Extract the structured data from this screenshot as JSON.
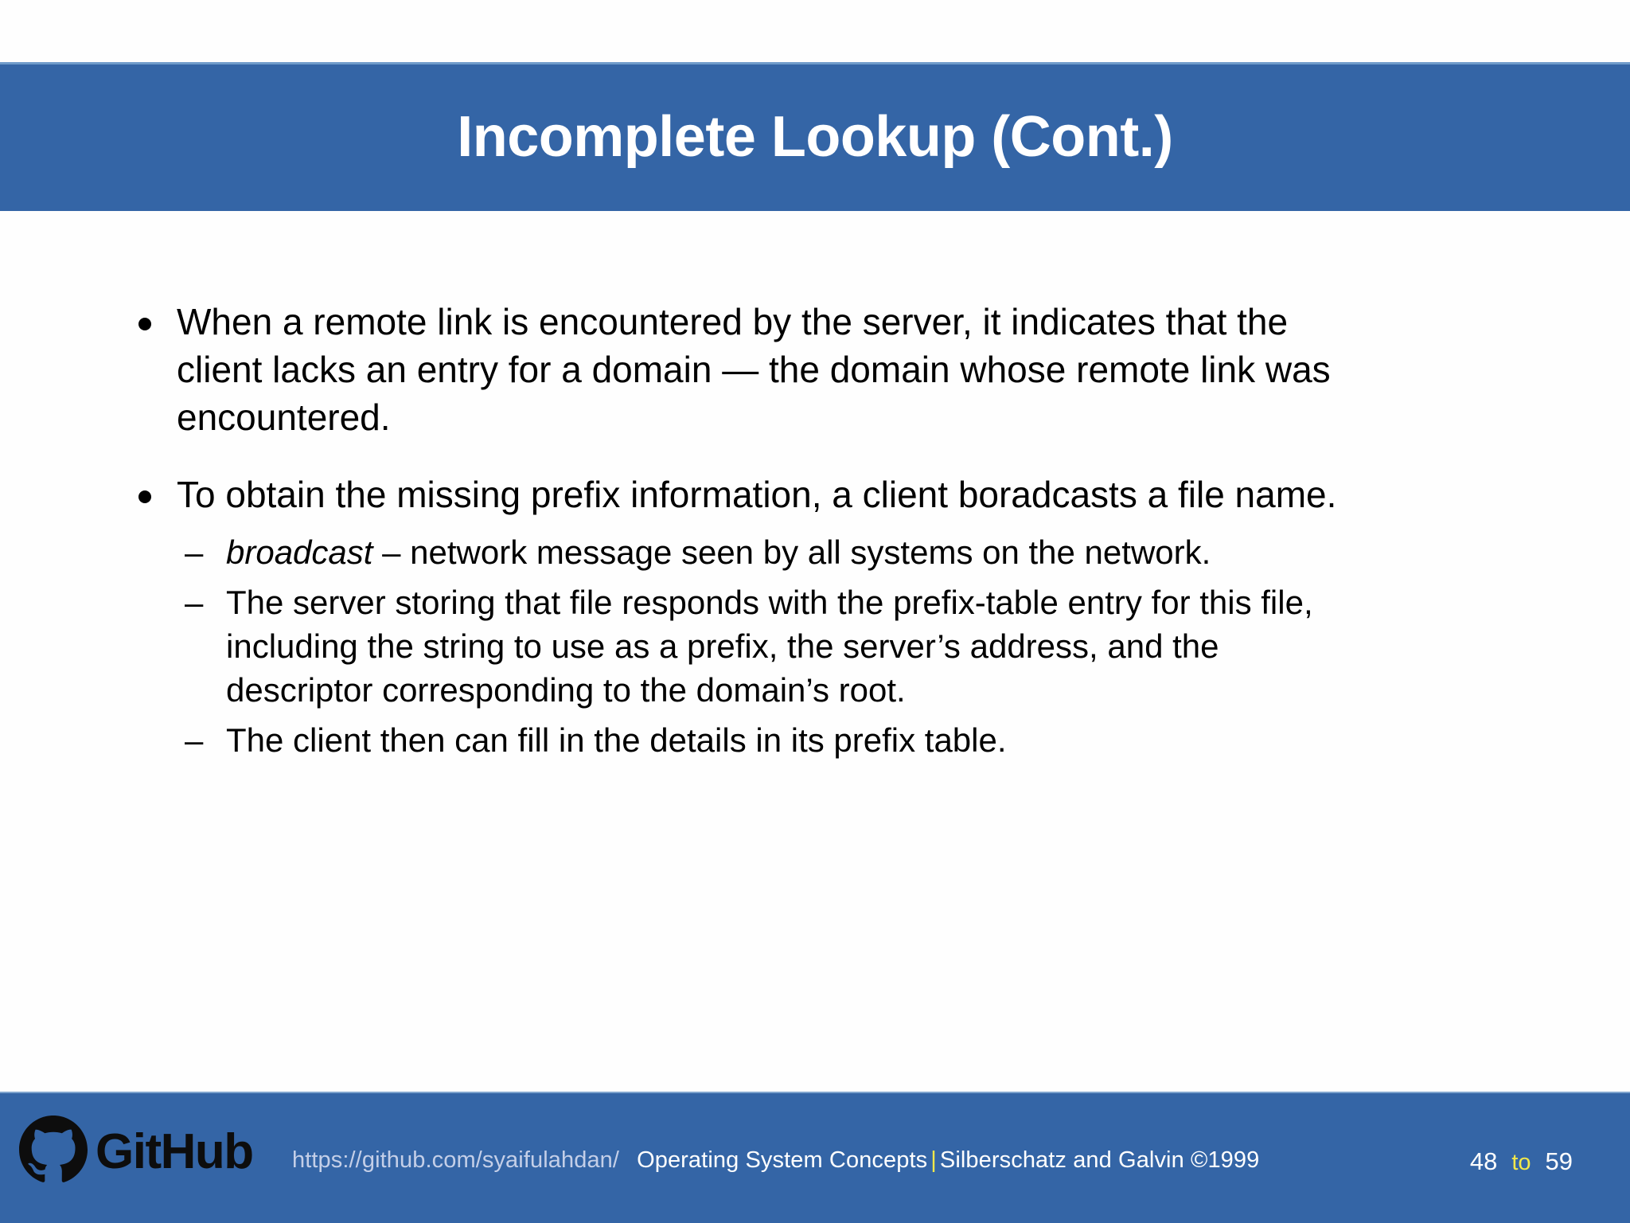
{
  "slide": {
    "title": "Incomplete Lookup (Cont.)",
    "header_color": "#3465A6",
    "header_top_rule_color": "#6F9BCB",
    "title_color": "#FFFFFF",
    "body_background": "#FEFEFE",
    "body_text_color": "#000000"
  },
  "body": {
    "bullets": [
      {
        "text": "When a remote link is encountered by the server, it indicates that the client lacks an entry for a domain — the domain whose remote link was encountered.",
        "marker": "disc",
        "sub_bullets": []
      },
      {
        "text": "To obtain the missing prefix information, a client boradcasts a file name.",
        "marker": "disc",
        "sub_bullets": [
          {
            "marker": "dash",
            "emphasis_term": "broadcast",
            "emphasis_style": "italic",
            "text_after": " – network message seen by all systems on the network.",
            "full_text": "broadcast – network message seen by all systems on the network."
          },
          {
            "marker": "dash",
            "emphasis_term": "",
            "emphasis_style": "none",
            "text_after": "The server storing that file responds with the prefix-table entry for this file, including the string to use as a prefix, the server’s address, and the descriptor corresponding to the domain’s root.",
            "full_text": "The server storing that file responds with the prefix-table entry for this file, including the string to use as a prefix, the server’s address, and the descriptor corresponding to the domain’s root."
          },
          {
            "marker": "dash",
            "emphasis_term": "",
            "emphasis_style": "none",
            "text_after": "The client then can fill in the details in its prefix table.",
            "full_text": "The client then can fill in the details in its prefix table."
          }
        ]
      }
    ]
  },
  "footer": {
    "background_color": "#3465A6",
    "logo_icon": "github-octocat-icon",
    "wordmark": "GitHub",
    "wordmark_color": "#0D0D0D",
    "url": "https://github.com/syaifulahdan/",
    "url_color": "#C4CFE8",
    "citation_prefix": "Operating System Concepts",
    "citation_separator": "|",
    "citation_separator_color": "#F2E84A",
    "citation_suffix": "Silberschatz and Galvin ©1999",
    "citation_color": "#FFFFFF",
    "page_from": "48",
    "page_word": "to",
    "page_word_color": "#F2E84A",
    "page_to": "59"
  }
}
